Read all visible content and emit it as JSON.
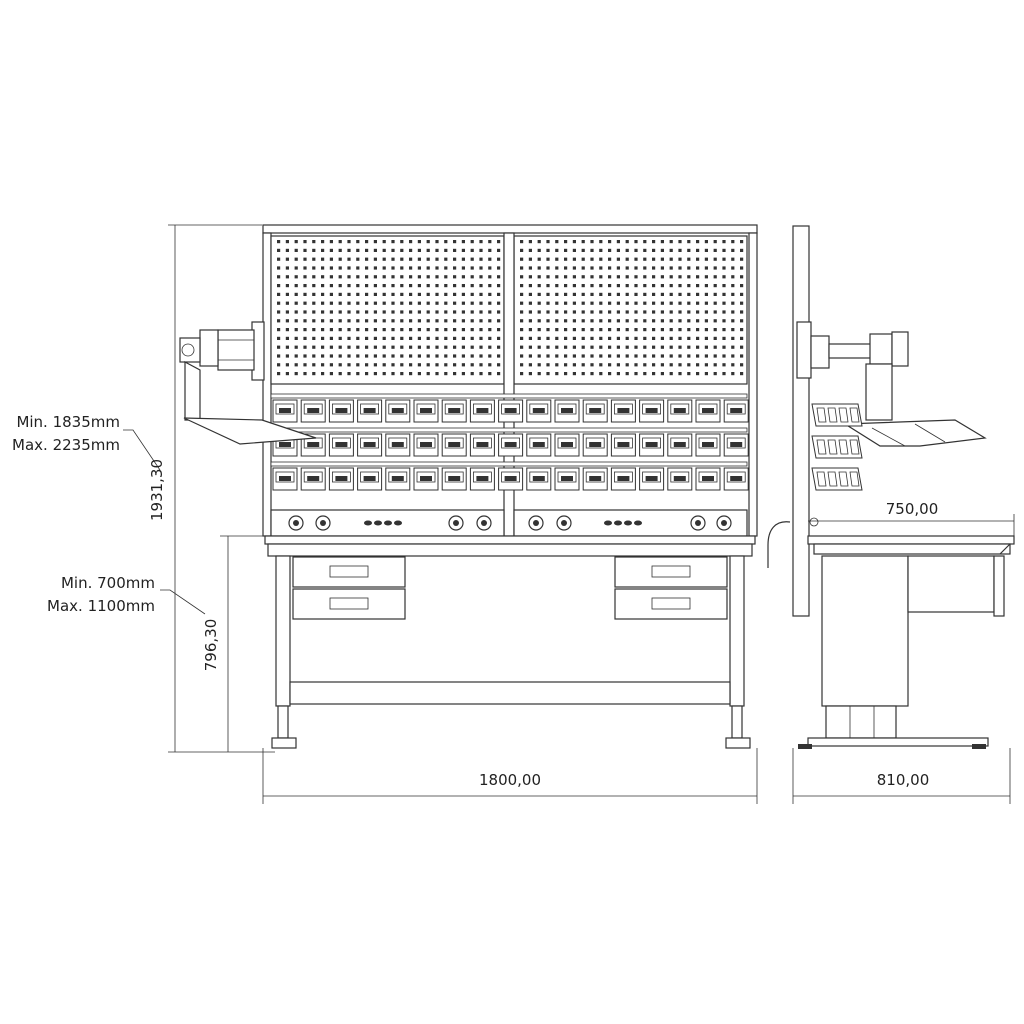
{
  "dimensions": {
    "front_height_range_min": "Min. 1835mm",
    "front_height_range_max": "Max. 2235mm",
    "overall_height": "1931,30",
    "table_height_range_min": "Min. 700mm",
    "table_height_range_max": "Max. 1100mm",
    "table_height": "796,30",
    "width": "1800,00",
    "depth_top": "750,00",
    "depth_base": "810,00"
  },
  "colors": {
    "line": "#333333",
    "background": "#ffffff"
  }
}
